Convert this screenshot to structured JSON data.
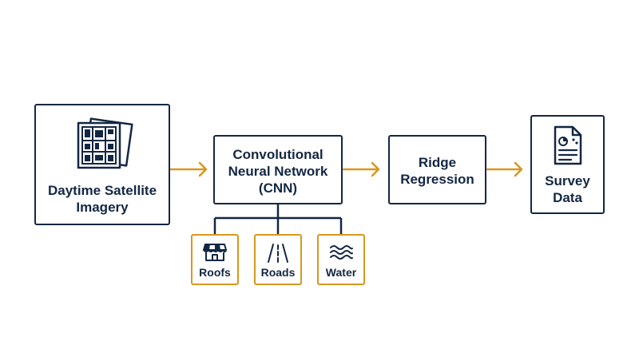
{
  "nodes": {
    "satellite": {
      "label_line1": "Daytime Satellite",
      "label_line2": "Imagery"
    },
    "cnn": {
      "label_line1": "Convolutional",
      "label_line2": "Neural Network",
      "label_line3": "(CNN)"
    },
    "ridge": {
      "label_line1": "Ridge",
      "label_line2": "Regression"
    },
    "survey": {
      "label_line1": "Survey",
      "label_line2": "Data"
    }
  },
  "features": [
    {
      "label": "Roofs",
      "icon": "storefront-icon"
    },
    {
      "label": "Roads",
      "icon": "road-icon"
    },
    {
      "label": "Water",
      "icon": "waves-icon"
    }
  ],
  "colors": {
    "navy": "#132744",
    "gold": "#d8971f"
  }
}
